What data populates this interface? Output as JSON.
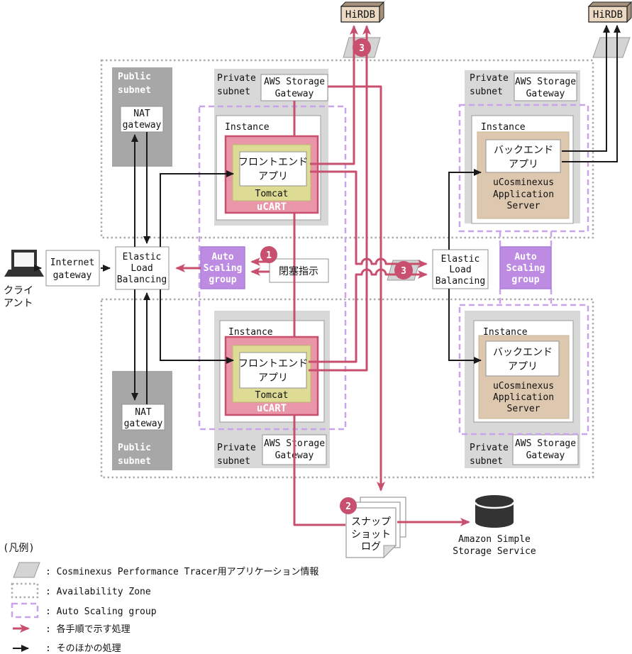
{
  "nodes": {
    "hirdb": "HiRDB",
    "client": {
      "l1": "クライ",
      "l2": "アント"
    },
    "internet_gateway": {
      "l1": "Internet",
      "l2": "gateway"
    },
    "elastic_load_balancing": {
      "l1": "Elastic",
      "l2": "Load",
      "l3": "Balancing"
    },
    "nat_gateway": {
      "l1": "NAT",
      "l2": "gateway"
    },
    "public_subnet": {
      "l1": "Public",
      "l2": "subnet"
    },
    "private_subnet": {
      "l1": "Private",
      "l2": "subnet"
    },
    "aws_storage_gateway": {
      "l1": "AWS Storage",
      "l2": "Gateway"
    },
    "instance": "Instance",
    "frontend_app": {
      "l1": "フロントエンド",
      "l2": "アプリ"
    },
    "tomcat": "Tomcat",
    "ucart": "uCART",
    "backend_app": {
      "l1": "バックエンド",
      "l2": "アプリ"
    },
    "ucosminexus": {
      "l1": "uCosminexus",
      "l2": "Application",
      "l3": "Server"
    },
    "auto_scaling_group": {
      "l1": "Auto",
      "l2": "Scaling",
      "l3": "group"
    },
    "blockade_instruction": "閉塞指示",
    "snapshot_log": {
      "l1": "スナップ",
      "l2": "ショット",
      "l3": "ログ"
    },
    "s3": {
      "l1": "Amazon Simple",
      "l2": "Storage Service"
    }
  },
  "steps": {
    "s1": "1",
    "s2": "2",
    "s3": "3"
  },
  "legend": {
    "heading": "(凡例)",
    "rows": [
      {
        "label": ": Cosminexus Performance Tracer用アプリケーション情報"
      },
      {
        "label": ": Availability Zone"
      },
      {
        "label": ": Auto Scaling group"
      },
      {
        "label": ": 各手順で示す処理"
      },
      {
        "label": ": そのほかの処理"
      }
    ]
  },
  "colors": {
    "step_pink": "#c84f6e",
    "ucart_fill": "#e996a8",
    "tomcat_fill": "#dddb94",
    "backend_tan": "#ddc8af",
    "hirdb_fill": "#ecd9c3",
    "public_subnet": "#a7a7a7",
    "private_subnet": "#d8d8d8",
    "asg_purple": "#bd8ce2",
    "asg_dash": "#c9a3ec",
    "parallelogram": "#d4d4d4",
    "s3_dark": "#333333"
  }
}
